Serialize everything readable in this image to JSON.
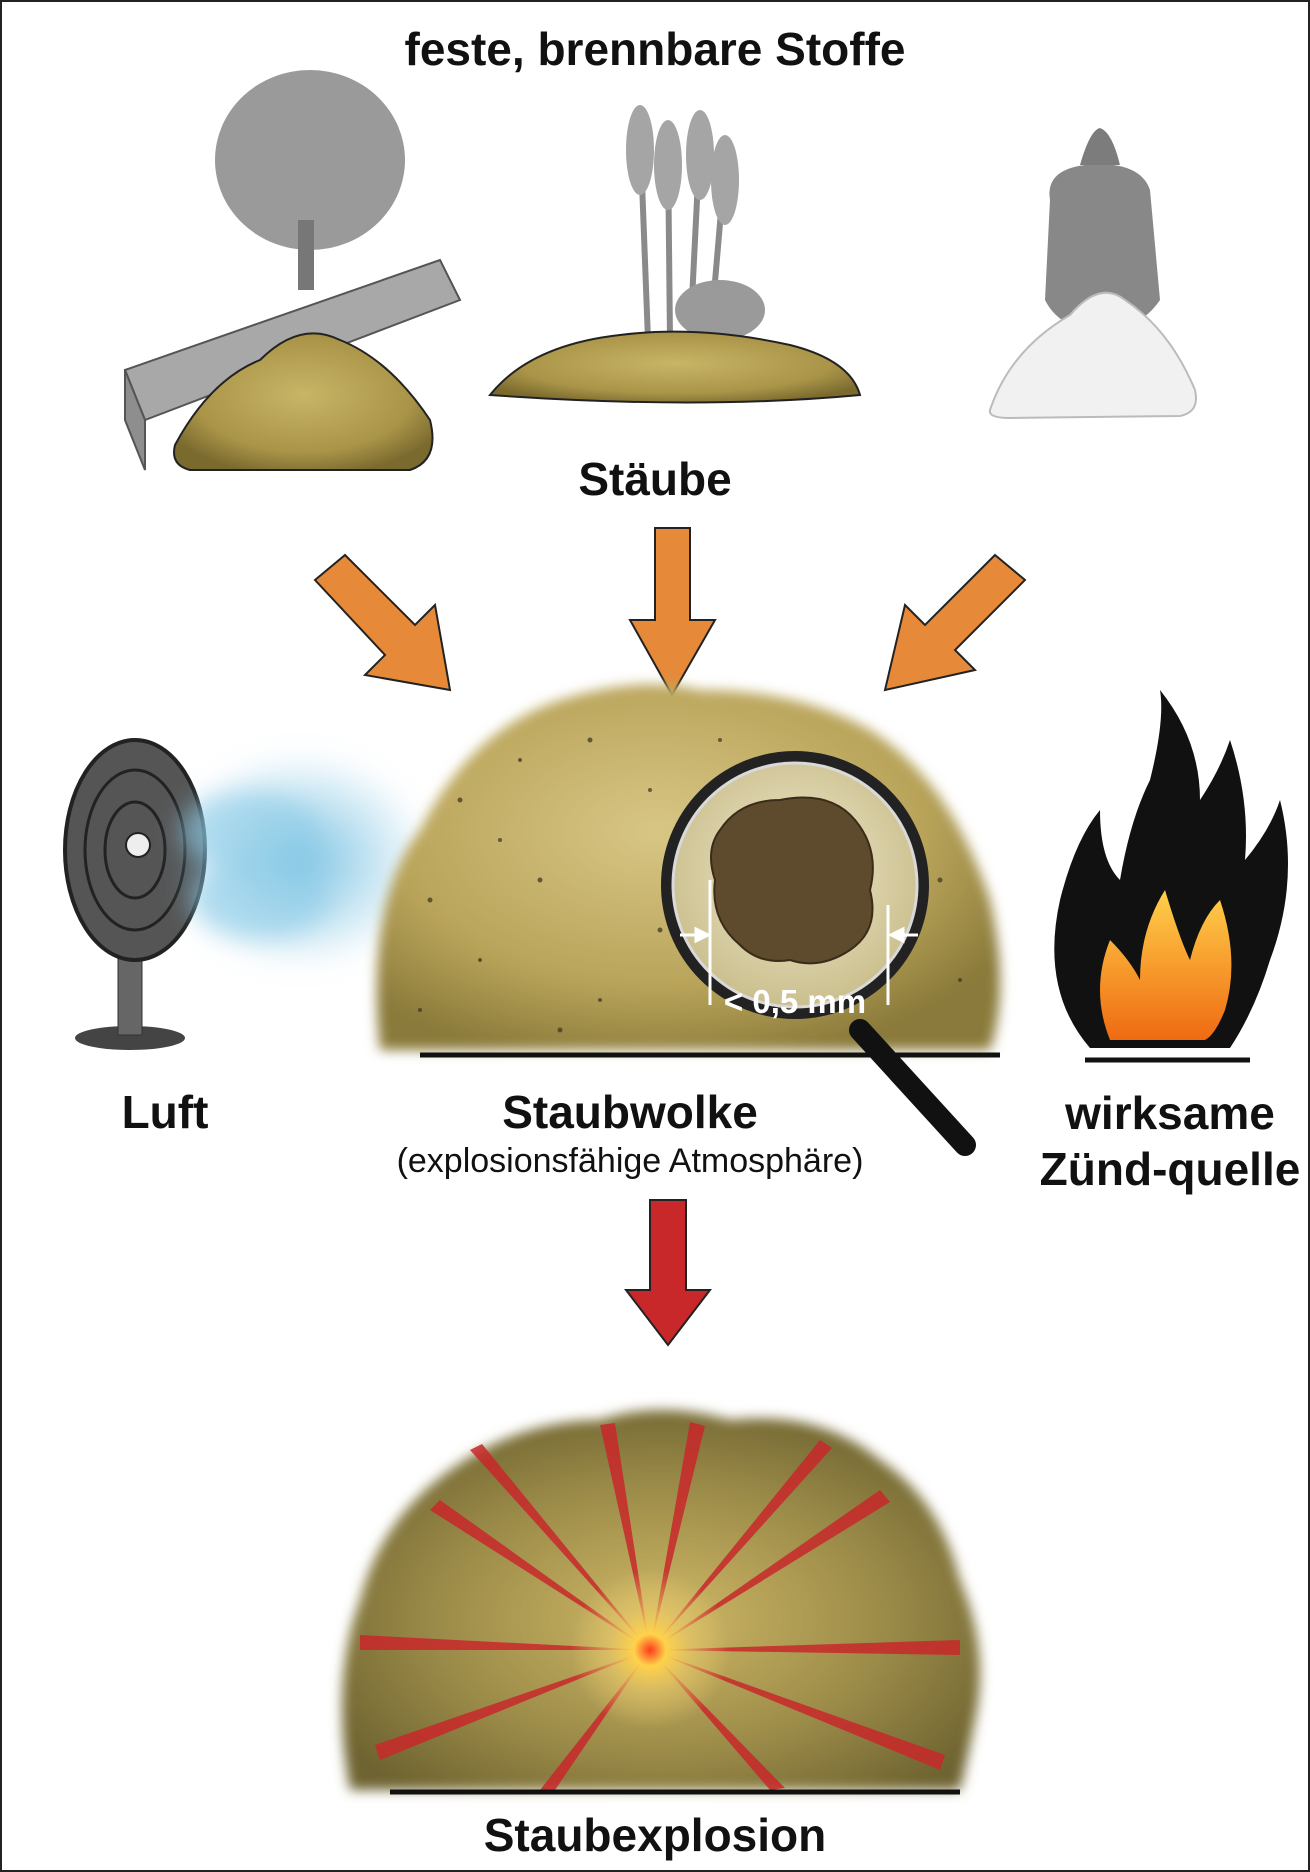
{
  "title": "feste, brennbare Stoffe",
  "sources_label": "Stäube",
  "air_label": "Luft",
  "cloud_label": "Staubwolke",
  "cloud_sublabel": "(explosionsfähige Atmosphäre)",
  "ignition_label": "wirksame Zünd-quelle",
  "particle_size_label": "< 0,5 mm",
  "result_label": "Staubexplosion",
  "colors": {
    "arrow_orange": "#e68a3a",
    "arrow_red": "#c8282a",
    "dust": "#a99448",
    "air_blue": "#6fbde0",
    "flame_black": "#111111",
    "flame_orange": "#f29a1a"
  }
}
